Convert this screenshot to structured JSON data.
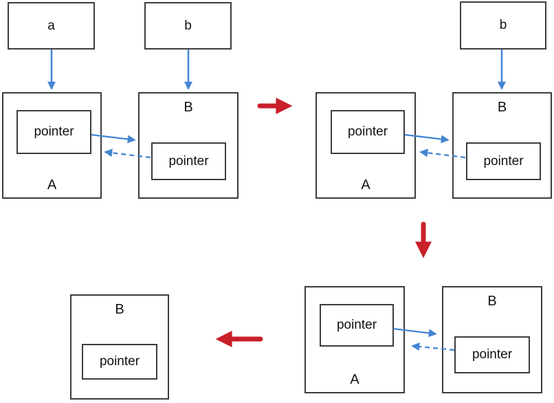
{
  "diagram": {
    "description": "Object reference cycle diagram with four states",
    "colors": {
      "blue_arrow": "#4285d2",
      "red_arrow": "#c9202b",
      "box_border": "#3c3c3c",
      "text": "#111111",
      "background": "#ffffff"
    },
    "state1": {
      "var_a": "a",
      "var_b": "b",
      "obj_a": "A",
      "obj_b": "B",
      "ptr_a": "pointer",
      "ptr_b": "pointer"
    },
    "state2": {
      "var_b": "b",
      "obj_a": "A",
      "obj_b": "B",
      "ptr_a": "pointer",
      "ptr_b": "pointer"
    },
    "state3": {
      "obj_a": "A",
      "obj_b": "B",
      "ptr_a": "pointer",
      "ptr_b": "pointer"
    },
    "state4": {
      "obj_b": "B",
      "ptr_b": "pointer"
    }
  }
}
